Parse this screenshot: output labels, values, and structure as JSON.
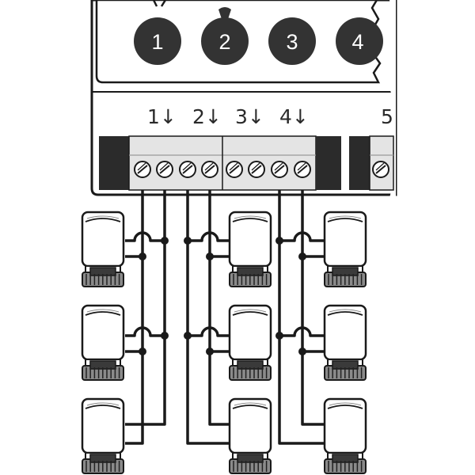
{
  "zone_buttons": [
    {
      "label": "1"
    },
    {
      "label": "2"
    },
    {
      "label": "3"
    },
    {
      "label": "4"
    }
  ],
  "terminal_labels": [
    {
      "label": "1↓"
    },
    {
      "label": "2↓"
    },
    {
      "label": "3↓"
    },
    {
      "label": "4↓"
    },
    {
      "label": "5"
    }
  ],
  "actuator_rows": 3,
  "actuator_cols": 3,
  "colors": {
    "device_fill": "#ffffff",
    "line": "#1a1a1a",
    "button_fill": "#333333",
    "terminal_block": "#e0e0e0",
    "dark_block": "#2b2b2b"
  }
}
